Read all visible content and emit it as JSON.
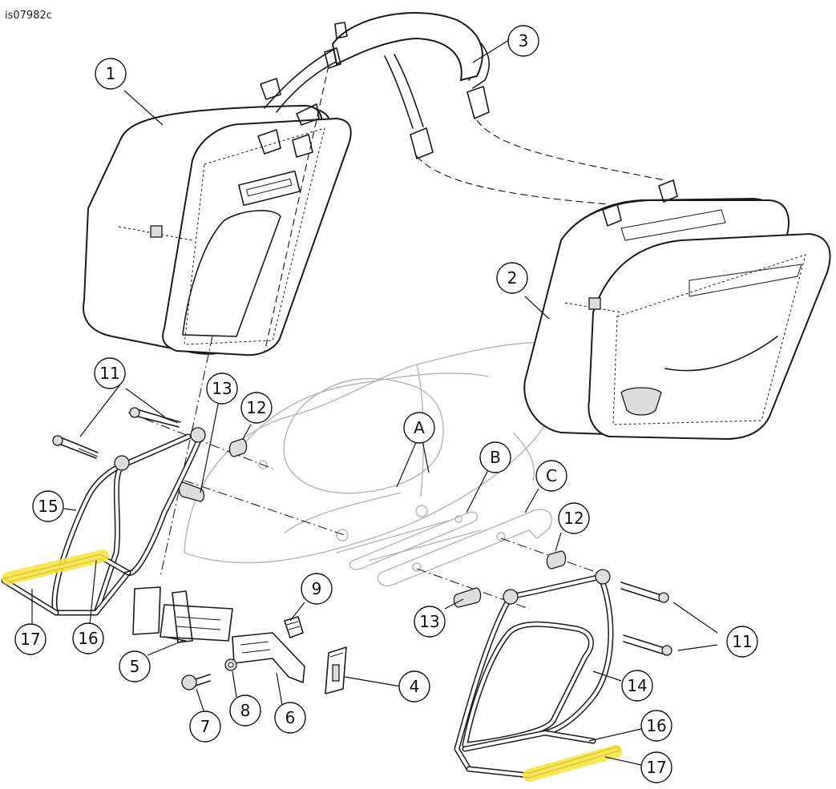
{
  "document_id": "is07982c",
  "callouts": {
    "c1": "1",
    "c2": "2",
    "c3": "3",
    "c4": "4",
    "c5": "5",
    "c6": "6",
    "c7": "7",
    "c8": "8",
    "c9": "9",
    "c11a": "11",
    "c11b": "11",
    "c12a": "12",
    "c12b": "12",
    "c13a": "13",
    "c13b": "13",
    "c14": "14",
    "c15": "15",
    "c16a": "16",
    "c16b": "16",
    "c17a": "17",
    "c17b": "17",
    "cA": "A",
    "cB": "B",
    "cC": "C"
  },
  "highlight_color": "#f7e53b"
}
